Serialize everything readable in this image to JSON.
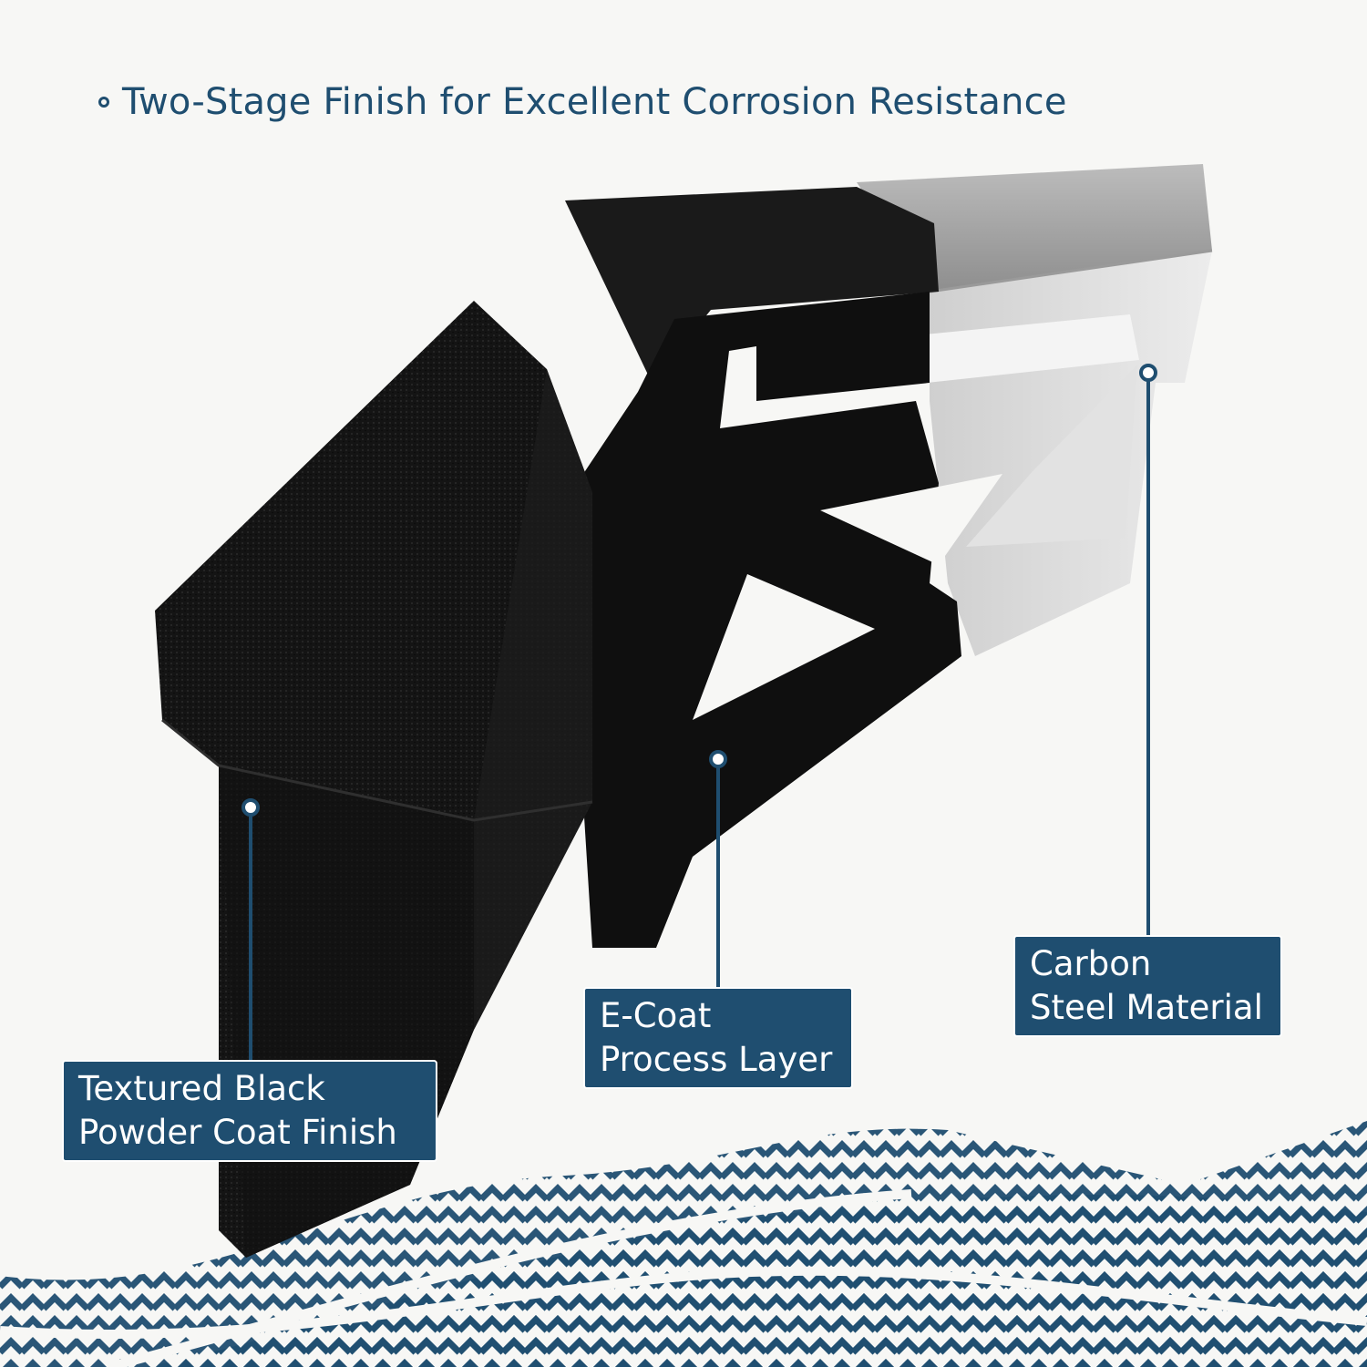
{
  "headline": {
    "text": "Two-Stage Finish for Excellent Corrosion Resistance",
    "bullet_icon": "ring-bullet-icon"
  },
  "callouts": [
    {
      "id": "powder-coat",
      "lines": [
        "Textured Black",
        "Powder Coat Finish"
      ]
    },
    {
      "id": "e-coat",
      "lines": [
        "E-Coat",
        "Process Layer"
      ]
    },
    {
      "id": "carbon-steel",
      "lines": [
        "Carbon",
        "Steel Material"
      ]
    }
  ],
  "colors": {
    "accent": "#1f4e70",
    "background": "#f7f7f5",
    "label_text": "#ffffff",
    "powder_coat": "#141414",
    "e_coat": "#0e0e0e",
    "steel": "#d6d6d6"
  },
  "decor": {
    "background_graphic": "tire-tread-pattern"
  }
}
